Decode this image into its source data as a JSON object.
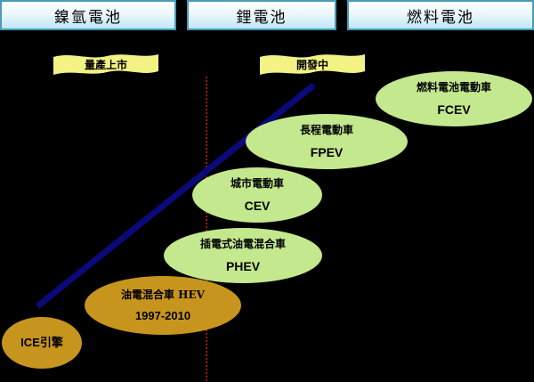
{
  "header": {
    "nimh": "鎳氫電池",
    "li": "鋰電池",
    "fuel": "燃料電池"
  },
  "ribbons": {
    "mass": "量產上市",
    "dev": "開發中"
  },
  "stages": {
    "ice": {
      "line1": "ICE引擎"
    },
    "hev": {
      "line1": "油電混合車 HEV",
      "line2": "1997-2010"
    },
    "phev": {
      "line1": "插電式油電混合車",
      "line2": "PHEV"
    },
    "cev": {
      "line1": "城市電動車",
      "line2": "CEV"
    },
    "fpev": {
      "line1": "長程電動車",
      "line2": "FPEV"
    },
    "fcev": {
      "line1": "燃料電池電動車",
      "line2": "FCEV"
    }
  },
  "colors": {
    "background": "#000000",
    "green": "#c3e88e",
    "gold": "#c7951d",
    "arrow": "#0a0a7a",
    "divider": "#d21e1e",
    "ribbon": "#f2f285"
  }
}
